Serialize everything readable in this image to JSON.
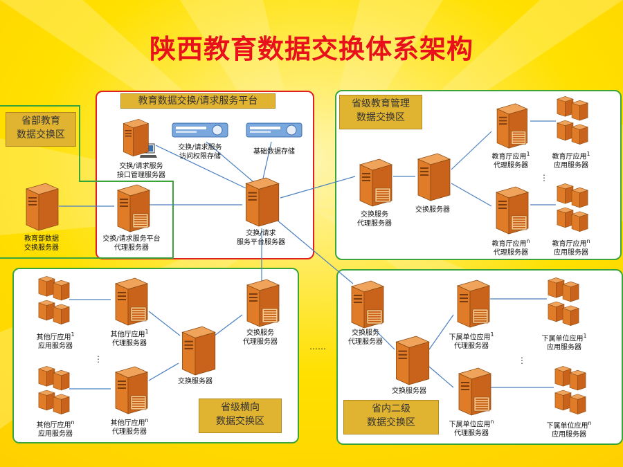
{
  "title": "陕西教育数据交换体系架构",
  "zones": {
    "platform": "教育数据交换/请求服务平台",
    "ministry": [
      "省部教育",
      "数据交换区"
    ],
    "provincial": [
      "省级教育管理",
      "数据交换区"
    ],
    "horizontal": [
      "省级横向",
      "数据交换区"
    ],
    "secondary": [
      "省内二级",
      "数据交换区"
    ]
  },
  "nodes": {
    "iface_mgmt": [
      "交换/请求服务",
      "接口管理服务器"
    ],
    "access_store": [
      "交换/请求服务",
      "访问权限存储"
    ],
    "base_store": [
      "基础数据存储"
    ],
    "ministry_srv": [
      "教育部数据",
      "交换服务器"
    ],
    "platform_proxy": [
      "交换/请求服务平台",
      "代理服务器"
    ],
    "platform_srv": [
      "交换/请求",
      "服务平台服务器"
    ],
    "prov_proxy": [
      "交换服务",
      "代理服务器"
    ],
    "prov_exchange": [
      "交换服务器"
    ],
    "edu_proxy_1": [
      "教育厅应用",
      "代理服务器"
    ],
    "edu_app_1": [
      "教育厅应用",
      "应用服务器"
    ],
    "edu_proxy_n": [
      "教育厅应用",
      "代理服务器"
    ],
    "edu_app_n": [
      "教育厅应用",
      "应用服务器"
    ],
    "other_app_1": [
      "其他厅应用",
      "应用服务器"
    ],
    "other_proxy_1": [
      "其他厅应用",
      "代理服务器"
    ],
    "horiz_proxy": [
      "交换服务",
      "代理服务器"
    ],
    "horiz_exchange": [
      "交换服务器"
    ],
    "other_app_n": [
      "其他厅应用",
      "应用服务器"
    ],
    "other_proxy_n": [
      "其他厅应用",
      "代理服务器"
    ],
    "sec_proxy": [
      "交换服务",
      "代理服务器"
    ],
    "sec_exchange": [
      "交换服务器"
    ],
    "unit_proxy_1": [
      "下属单位应用",
      "代理服务器"
    ],
    "unit_app_1": [
      "下属单位应用",
      "应用服务器"
    ],
    "unit_proxy_n": [
      "下属单位应用",
      "代理服务器"
    ],
    "unit_app_n": [
      "下属单位应用",
      "应用服务器"
    ]
  },
  "superscripts": {
    "one": "1",
    "n": "n"
  },
  "ellipsis": {
    "vertical": "⋮",
    "horizontal": "……"
  },
  "colors": {
    "title": "#e8101a",
    "background": "#ffd200",
    "label_fill": "#e0b330",
    "server": "#d9731f",
    "platform_border": "#e02020",
    "zone_border": "#3aa33a"
  }
}
